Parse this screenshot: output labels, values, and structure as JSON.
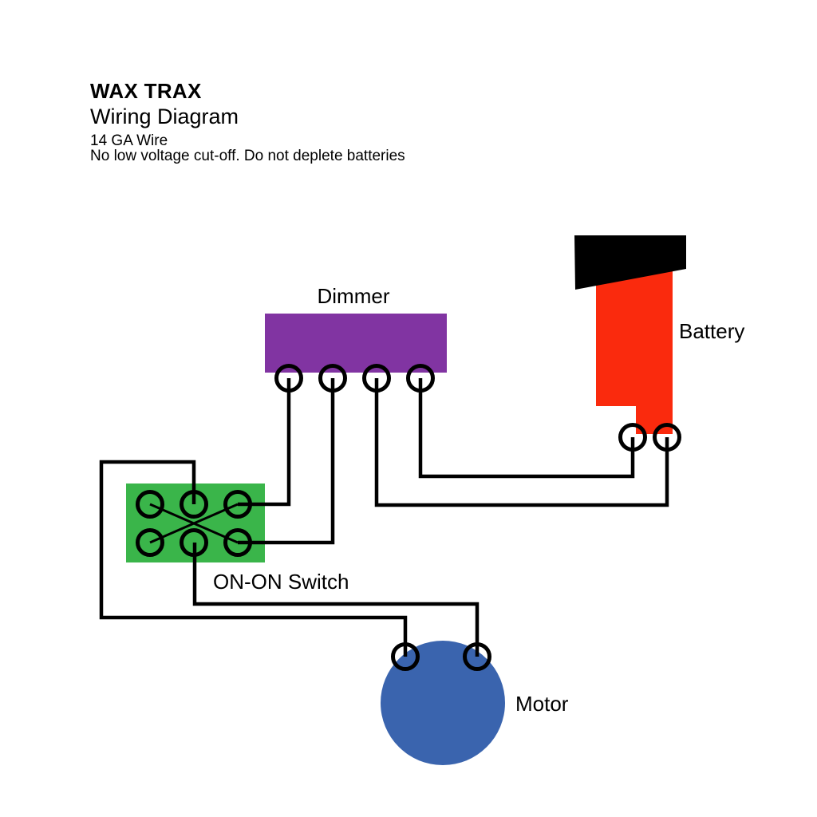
{
  "header": {
    "title": "WAX TRAX",
    "subtitle": "Wiring Diagram",
    "spec": "14 GA Wire",
    "warning": "No low voltage cut-off. Do not deplete batteries"
  },
  "colors": {
    "background": "#ffffff",
    "dimmer_body": "#8134a2",
    "switch_body": "#3ab54a",
    "battery_body": "#fa2a0d",
    "battery_cap": "#000000",
    "motor_body": "#3a64ae",
    "wire": "#000000",
    "label_text": "#000000"
  },
  "components": {
    "dimmer": {
      "label": "Dimmer",
      "terminal_count": 4
    },
    "battery": {
      "label": "Battery",
      "terminal_count": 2
    },
    "switch": {
      "label": "ON-ON Switch",
      "terminal_count": 6
    },
    "motor": {
      "label": "Motor",
      "terminal_count": 2
    }
  },
  "connections": [
    {
      "from": "switch-terminal-top-middle",
      "to": "motor-terminal-left"
    },
    {
      "from": "switch-terminal-bottom-middle",
      "to": "motor-terminal-right"
    },
    {
      "from": "switch-terminal-top-right",
      "to": "dimmer-terminal-1"
    },
    {
      "from": "switch-terminal-bottom-right",
      "to": "dimmer-terminal-2"
    },
    {
      "from": "dimmer-terminal-3",
      "to": "battery-terminal-right"
    },
    {
      "from": "dimmer-terminal-4",
      "to": "battery-terminal-left"
    }
  ]
}
